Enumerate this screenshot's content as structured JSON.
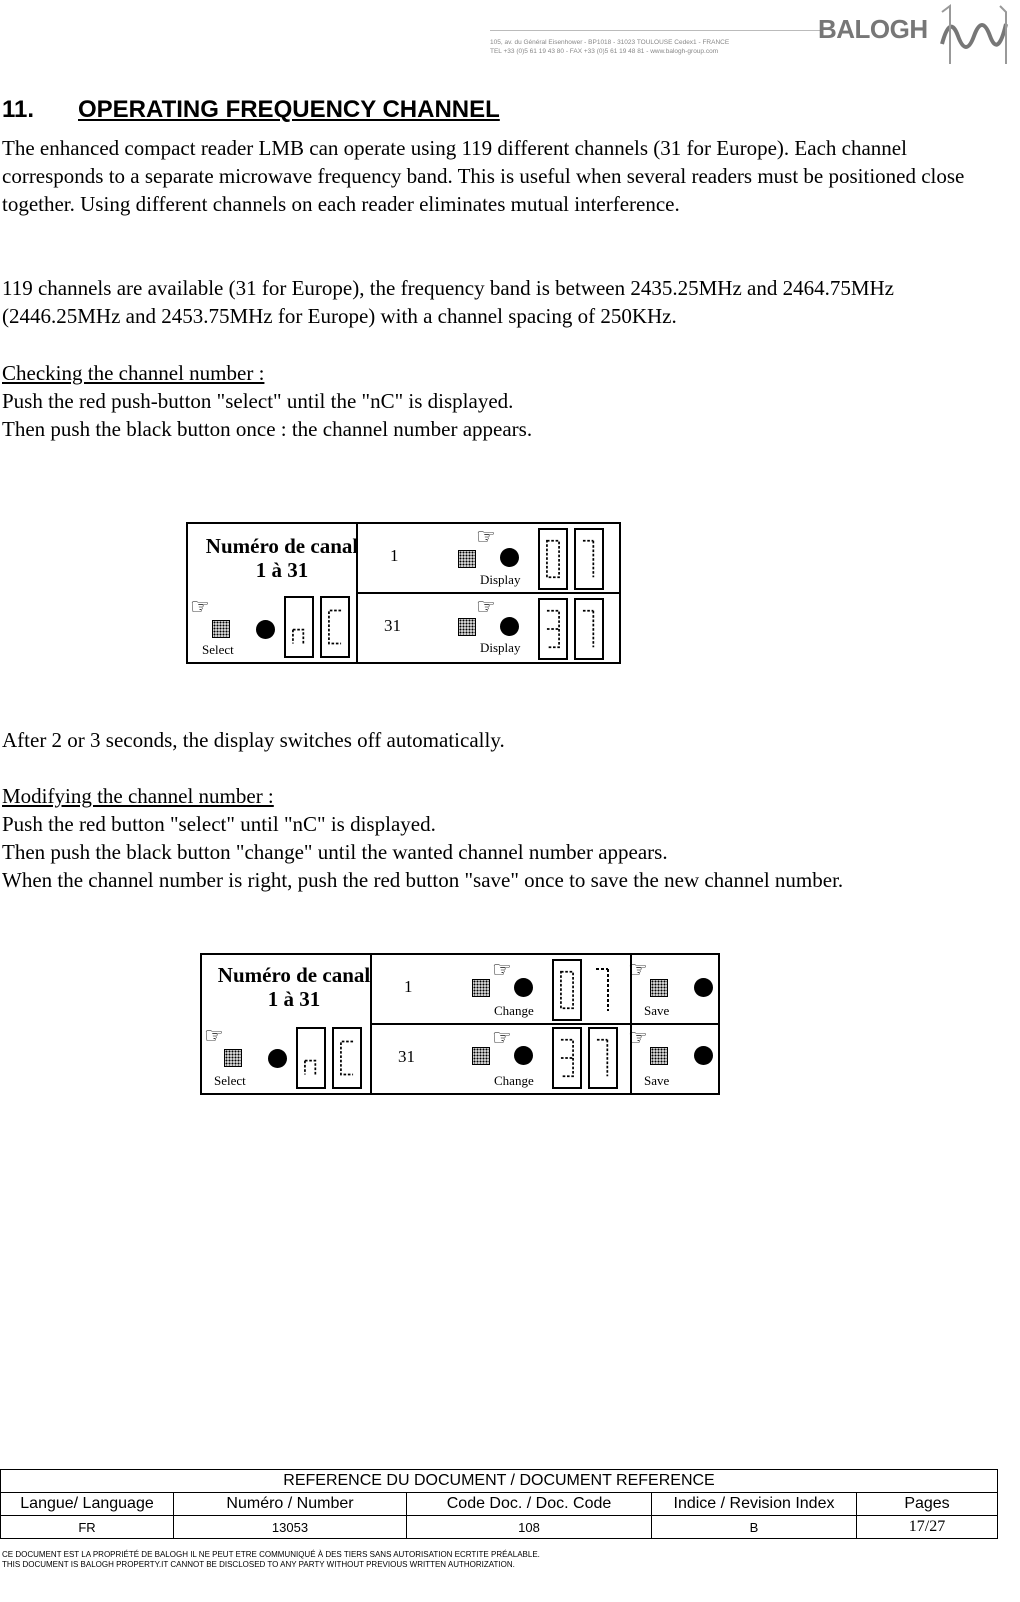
{
  "header": {
    "address_line1": "105, av. du Général Eisenhower - BP1018 - 31023 TOULOUSE Cedex1 - FRANCE",
    "address_line2": "TEL +33 (0)5 61 19 43 80 - FAX +33 (0)5 61 19 48 81 - www.balogh-group.com",
    "logo": "BALOGH"
  },
  "section": {
    "number": "11.",
    "title": "OPERATING FREQUENCY CHANNEL"
  },
  "paragraphs": {
    "intro": "The enhanced compact reader LMB can operate using 119 different channels (31 for Europe). Each channel corresponds to a separate microwave frequency band. This is useful when several readers must be positioned close together. Using different channels on each reader eliminates mutual interference.",
    "channels": "119 channels are available (31 for Europe), the frequency band is between 2435.25MHz and 2464.75MHz (2446.25MHz and 2453.75MHz for Europe) with a channel spacing of 250KHz.",
    "check_heading": "Checking the channel number :",
    "check_step1": "Push the red push-button \"select\" until the \"nC\" is displayed.",
    "check_step2": "Then push the black button once : the channel number appears.",
    "after": "After 2 or 3 seconds, the display switches off automatically.",
    "modify_heading": "Modifying the channel number :",
    "modify_step1": "Push the red button \"select\" until \"nC\" is displayed.",
    "modify_step2": "Then push the black button \"change\" until the wanted channel number appears.",
    "modify_step3": "When the channel number is right, push the red button \"save\" once to save the new channel number."
  },
  "diagram1": {
    "title_line1": "Numéro de canal",
    "title_line2": "1 à 31",
    "select_label": "Select",
    "row1_number": "1",
    "row2_number": "31",
    "display_label": "Display"
  },
  "diagram2": {
    "title_line1": "Numéro de canal",
    "title_line2": "1 à 31",
    "select_label": "Select",
    "row1_number": "1",
    "row2_number": "31",
    "change_label": "Change",
    "save_label": "Save"
  },
  "footer": {
    "reference_title": "REFERENCE DU DOCUMENT /  DOCUMENT REFERENCE",
    "columns": [
      "Langue/ Language",
      "Numéro / Number",
      "Code Doc. / Doc. Code",
      "Indice / Revision Index",
      "Pages"
    ],
    "values": [
      "FR",
      "13053",
      "108",
      "B",
      "17/27"
    ],
    "legal_fr": "CE DOCUMENT EST LA PROPRIÉTÉ DE BALOGH IL NE PEUT ETRE COMMUNIQUÉ À DES TIERS SANS AUTORISATION ECRTITE PRÉALABLE.",
    "legal_en": "THIS DOCUMENT IS BALOGH PROPERTY.IT CANNOT BE DISCLOSED TO ANY PARTY WITHOUT PREVIOUS WRITTEN AUTHORIZATION."
  }
}
